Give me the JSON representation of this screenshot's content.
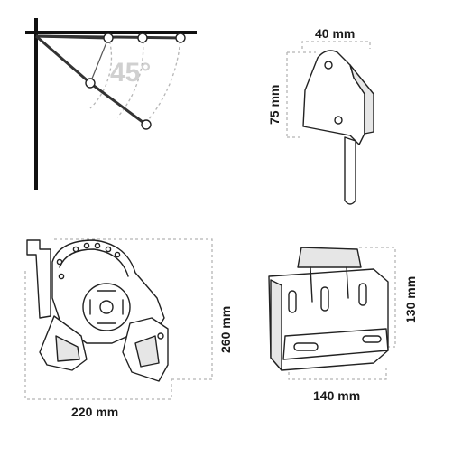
{
  "angle_label": "45°",
  "dimensions": {
    "bracket_width": "40 mm",
    "bracket_height": "75 mm",
    "arm_height": "260 mm",
    "arm_width": "220 mm",
    "plate_height": "130 mm",
    "plate_width": "140 mm"
  },
  "colors": {
    "line": "#222222",
    "guide": "#b5b5b5",
    "angle_text": "#d0d0d0"
  }
}
